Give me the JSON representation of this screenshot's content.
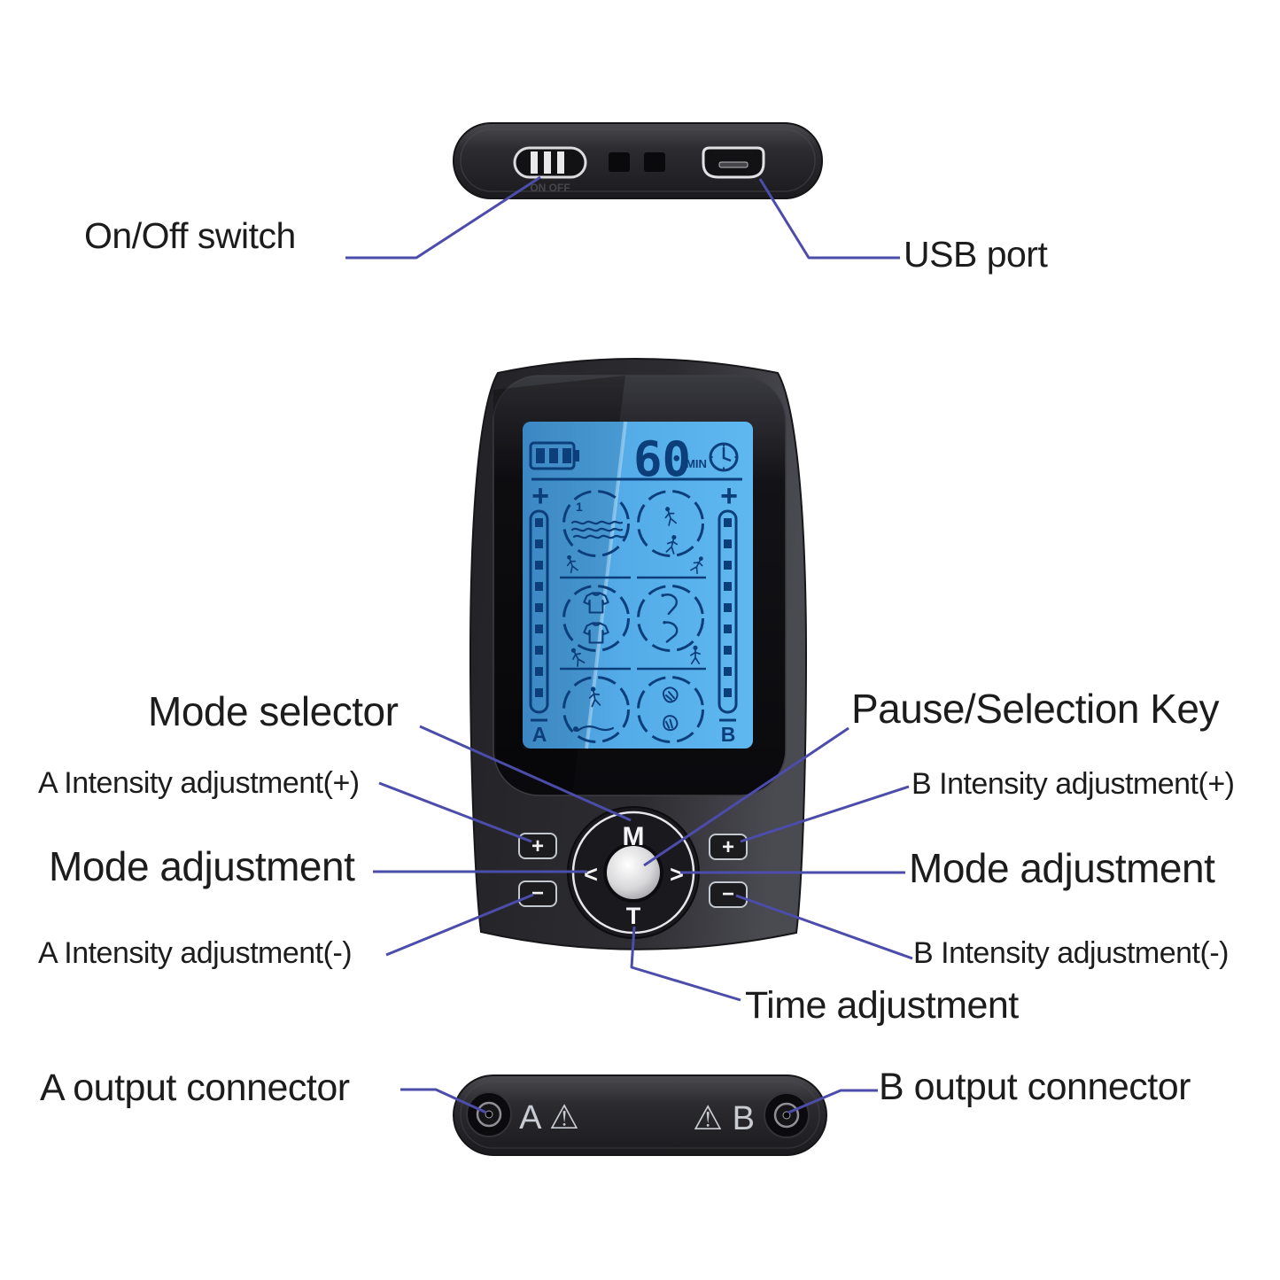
{
  "page": {
    "background": "#ffffff"
  },
  "colors": {
    "leader_line": "#4c4cab",
    "screen_blue": "#54ace8",
    "icon_navy": "#0b3e7a",
    "body_dark": "#2a2a2e",
    "label_text": "#1c1c1c"
  },
  "labels": {
    "on_off": "On/Off switch",
    "usb": "USB port",
    "mode_selector": "Mode selector",
    "a_intensity_plus": "A Intensity adjustment(+)",
    "mode_adjustment_left": "Mode adjustment",
    "a_intensity_minus": "A Intensity adjustment(-)",
    "pause_selection": "Pause/Selection Key",
    "b_intensity_plus": "B Intensity adjustment(+)",
    "mode_adjustment_right": "Mode adjustment",
    "b_intensity_minus": "B Intensity adjustment(-)",
    "time_adjustment": "Time adjustment",
    "a_output": "A output connector",
    "b_output": "B output connector"
  },
  "top_view": {
    "switch_embossed_text": "ON  OFF",
    "icons": [
      "power-slider-icon",
      "micro-usb-icon"
    ]
  },
  "screen": {
    "timer_value": "60",
    "timer_unit": "MIN",
    "intensity_plus_a": "+",
    "intensity_plus_b": "+",
    "channel_a": "A",
    "channel_b": "B",
    "icons": [
      "battery-icon",
      "clock-icon"
    ],
    "mode_icons": [
      "massage-strokes-icon",
      "dancer-icon",
      "torso-shirt-icon",
      "elbow-knee-icon",
      "kneeling-massage-icon",
      "kneading-hands-icon"
    ]
  },
  "controls": {
    "mode_key": "M",
    "prev_key": "<",
    "next_key": ">",
    "time_key": "T",
    "plus": "+",
    "minus": "−"
  },
  "connectors": {
    "a_label": "A ⚠",
    "b_label": "⚠ B"
  }
}
